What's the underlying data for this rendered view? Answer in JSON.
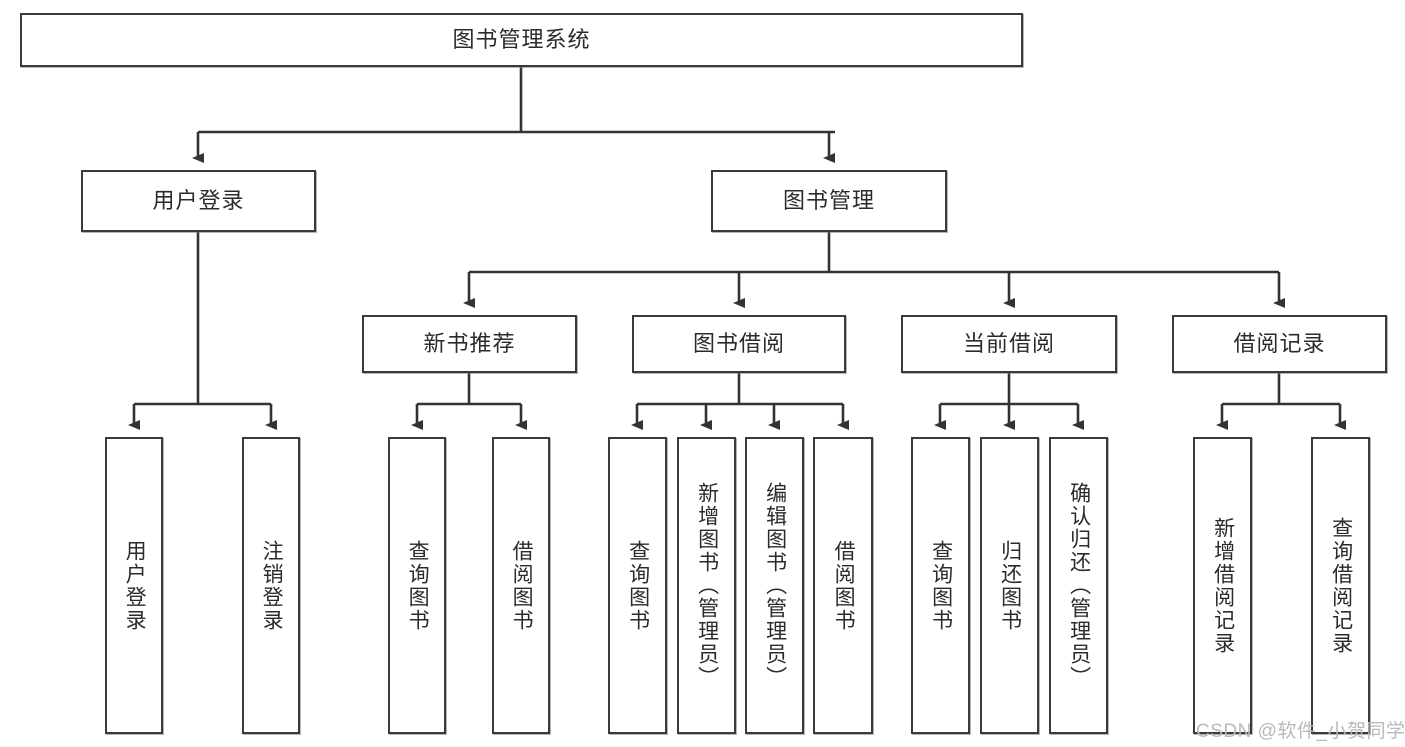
{
  "diagram": {
    "title": "图书管理系统",
    "type": "tree",
    "watermark": "CSDN @软件_小贺同学",
    "colors": {
      "box_border": "#3a3a3a",
      "box_fill": "#ffffff",
      "connector": "#333333",
      "text": "#2b2b2b",
      "watermark": "#b9b9b9",
      "background": "#ffffff"
    },
    "levels": {
      "root": "图书管理系统",
      "level2": [
        "用户登录",
        "图书管理"
      ],
      "level3": [
        "新书推荐",
        "图书借阅",
        "当前借阅",
        "借阅记录"
      ]
    },
    "nodes": {
      "root": {
        "label": "图书管理系统"
      },
      "user_login": {
        "label": "用户登录"
      },
      "book_manage": {
        "label": "图书管理"
      },
      "new_book_rec": {
        "label": "新书推荐"
      },
      "book_borrow": {
        "label": "图书借阅"
      },
      "current_borrow": {
        "label": "当前借阅"
      },
      "borrow_record": {
        "label": "借阅记录"
      }
    },
    "leaves": {
      "user_login": [
        {
          "label": "用户登录"
        },
        {
          "label": "注销登录"
        }
      ],
      "new_book_rec": [
        {
          "label": "查询图书"
        },
        {
          "label": "借阅图书"
        }
      ],
      "book_borrow": [
        {
          "label": "查询图书"
        },
        {
          "label": "新增图书（管理员）"
        },
        {
          "label": "编辑图书（管理员）"
        },
        {
          "label": "借阅图书"
        }
      ],
      "current_borrow": [
        {
          "label": "查询图书"
        },
        {
          "label": "归还图书"
        },
        {
          "label": "确认归还（管理员）"
        }
      ],
      "borrow_record": [
        {
          "label": "新增借阅记录"
        },
        {
          "label": "查询借阅记录"
        }
      ]
    }
  }
}
